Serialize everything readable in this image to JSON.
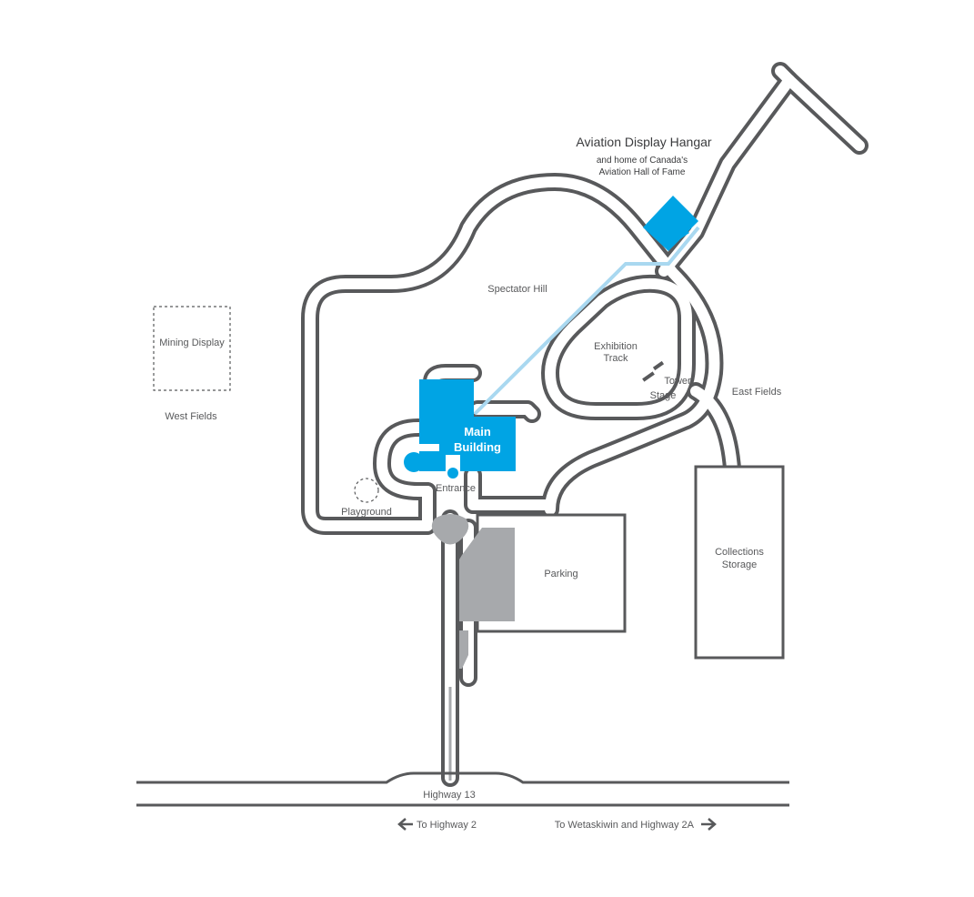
{
  "colors": {
    "road": "#58595b",
    "accent_blue": "#00a4e4",
    "path_light_blue": "#a9d8f0",
    "parking_gray": "#a7a9ac"
  },
  "labels": {
    "hangar_title": "Aviation Display Hangar",
    "hangar_sub1": "and home of Canada's",
    "hangar_sub2": "Aviation Hall of Fame",
    "spectator_hill": "Spectator Hill",
    "exhibition_track_1": "Exhibition",
    "exhibition_track_2": "Track",
    "tower_1": "Tower",
    "tower_2": "Stage",
    "east_fields": "East Fields",
    "mining_display": "Mining Display",
    "west_fields": "West Fields",
    "main_building_1": "Main",
    "main_building_2": "Building",
    "entrance": "Entrance",
    "playground": "Playground",
    "parking": "Parking",
    "collections_1": "Collections",
    "collections_2": "Storage",
    "highway13": "Highway 13",
    "to_highway2": "To Highway 2",
    "to_wetaskiwin": "To Wetaskiwin and Highway 2A"
  },
  "icons": {
    "arrow_left": "arrow-left-icon",
    "arrow_right": "arrow-right-icon"
  }
}
